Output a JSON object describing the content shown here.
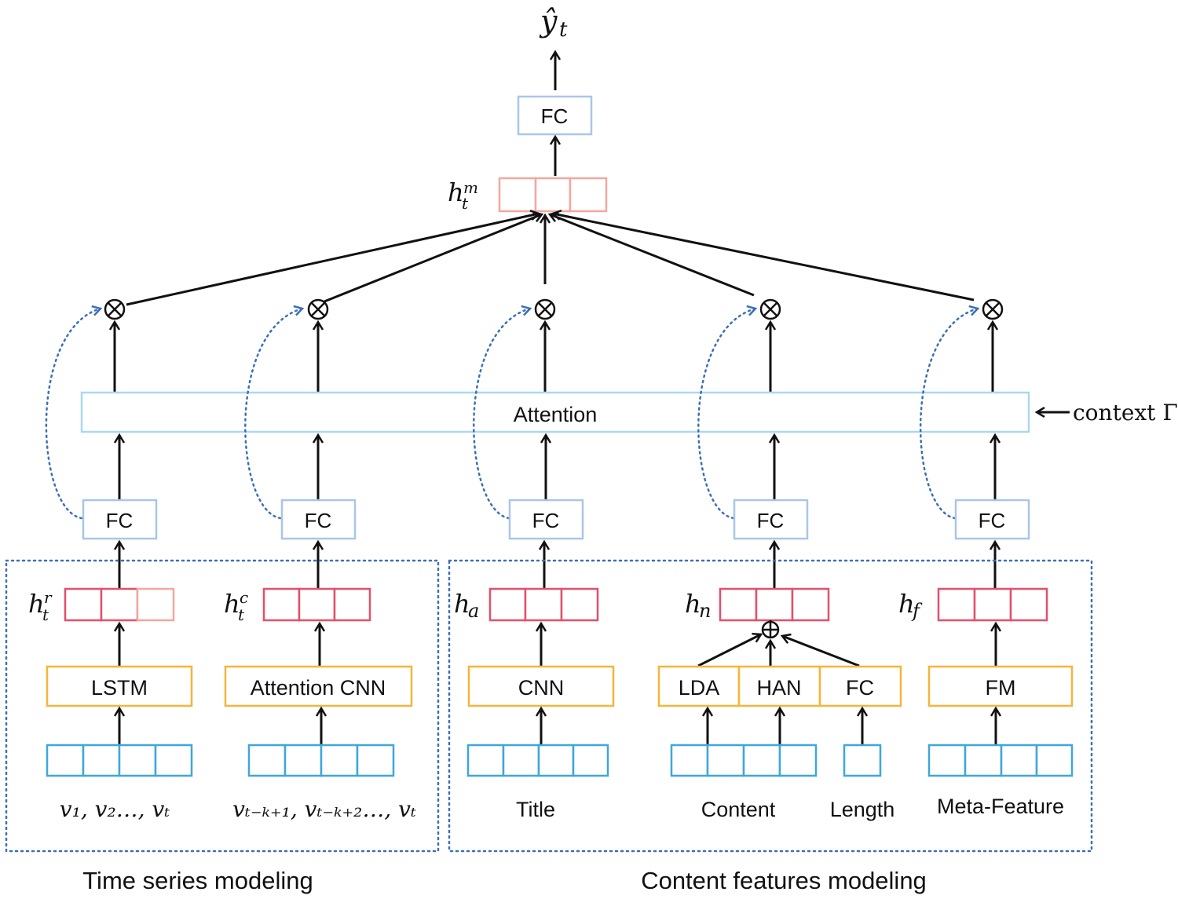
{
  "output": {
    "label": "ŷ",
    "sub": "t"
  },
  "top_fc": {
    "label": "FC"
  },
  "merged": {
    "label": "h",
    "sub": "t",
    "sup": "m"
  },
  "attention": {
    "label": "Attention",
    "context_label": "context Γ"
  },
  "columns": [
    {
      "fc": "FC",
      "h_label": "h",
      "h_sub": "t",
      "h_sup": "r",
      "model": "LSTM",
      "input": "v₁, v₂…, vₜ"
    },
    {
      "fc": "FC",
      "h_label": "h",
      "h_sub": "t",
      "h_sup": "c",
      "model": "Attention CNN",
      "input": "vₜ₋ₖ₊₁, vₜ₋ₖ₊₂…, vₜ"
    },
    {
      "fc": "FC",
      "h_label": "h",
      "h_sub": "a",
      "h_sup": "",
      "model": "CNN",
      "input": "Title"
    },
    {
      "fc": "FC",
      "h_label": "h",
      "h_sub": "n",
      "h_sup": "",
      "models": [
        "LDA",
        "HAN",
        "FC"
      ],
      "inputs": [
        "Content",
        "Length"
      ]
    },
    {
      "fc": "FC",
      "h_label": "h",
      "h_sub": "f",
      "h_sup": "",
      "model": "FM",
      "input": "Meta-Feature"
    }
  ],
  "groups": [
    "Time series modeling",
    "Content features modeling"
  ]
}
